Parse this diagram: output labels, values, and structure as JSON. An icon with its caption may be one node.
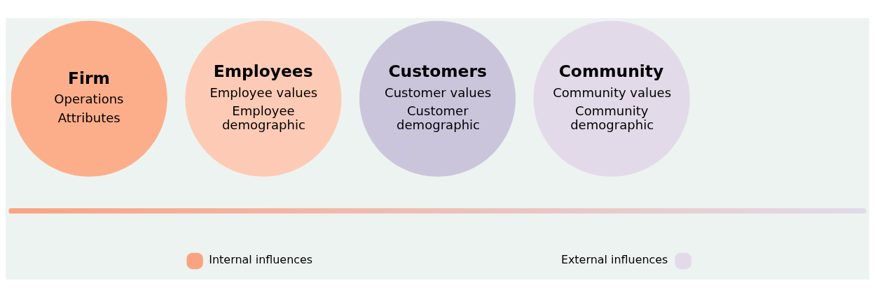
{
  "diagram": {
    "nodes": [
      {
        "text": [
          "Firm",
          "Operations",
          "Attributes"
        ]
      },
      {
        "text": [
          "Employees",
          "Employee values",
          "Employee demographic"
        ]
      },
      {
        "text": [
          "Customers",
          "Customer values",
          "Customer demographic"
        ]
      },
      {
        "text": [
          "Community",
          "Community values",
          "Community demographic"
        ]
      }
    ],
    "legend": [
      {
        "text": "Internal influences",
        "color": "#f9a382"
      },
      {
        "text": "External influences",
        "color": "#e2dae9"
      }
    ]
  }
}
